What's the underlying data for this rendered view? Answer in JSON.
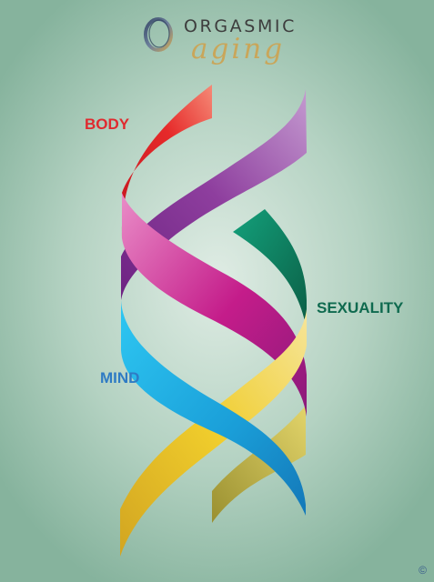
{
  "logo": {
    "title": "ORGASMIC",
    "subtitle": "aging"
  },
  "labels": {
    "body": "BODY",
    "sexuality": "SEXUALITY",
    "mind": "MIND"
  },
  "colors": {
    "body": "#e02a2f",
    "sexuality": "#0f6a4f",
    "mind": "#2f7bc4",
    "spirit": "#8a3c9b",
    "gold": "#e9c21f",
    "logo_gold": "#c9a65a"
  },
  "copyright": "©"
}
